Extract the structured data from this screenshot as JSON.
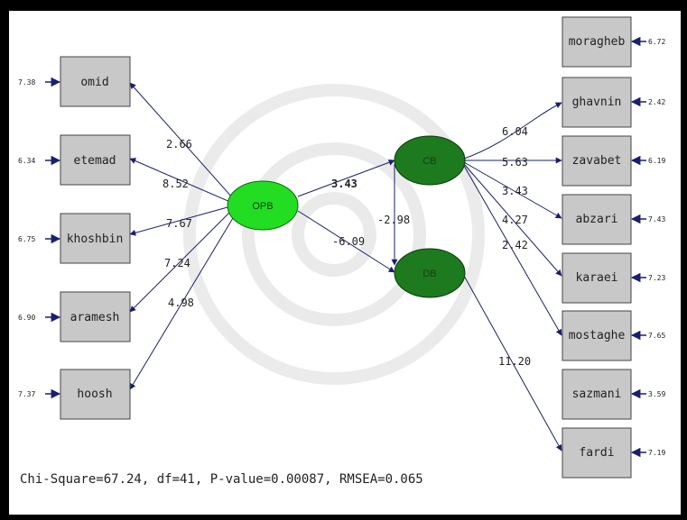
{
  "latents": {
    "opb": "OPB",
    "cb": "CB",
    "db": "DB"
  },
  "left_indicators": [
    {
      "name": "omid",
      "error": "7.38",
      "loading": "2.66"
    },
    {
      "name": "etemad",
      "error": "6.34",
      "loading": "8.52"
    },
    {
      "name": "khoshbin",
      "error": "6.75",
      "loading": "7.67"
    },
    {
      "name": "aramesh",
      "error": "6.90",
      "loading": "7.24"
    },
    {
      "name": "hoosh",
      "error": "7.37",
      "loading": "4.98"
    }
  ],
  "right_indicators": [
    {
      "name": "moragheb",
      "error": "6.72"
    },
    {
      "name": "ghavnin",
      "error": "2.42"
    },
    {
      "name": "zavabet",
      "error": "6.19"
    },
    {
      "name": "abzari",
      "error": "7.43"
    },
    {
      "name": "karaei",
      "error": "7.23"
    },
    {
      "name": "mostaghe",
      "error": "7.65"
    },
    {
      "name": "sazmani",
      "error": "3.59"
    },
    {
      "name": "fardi",
      "error": "7.19"
    }
  ],
  "cb_loadings": [
    "6.04",
    "5.63",
    "3.43",
    "4.27",
    "2.42"
  ],
  "paths": {
    "opb_cb": "3.43",
    "cb_db": "-2.98",
    "opb_db": "-6.09",
    "db_fardi": "11.20"
  },
  "fit_statistics": "Chi-Square=67.24, df=41, P-value=0.00087, RMSEA=0.065",
  "colors": {
    "opb_fill": "#22dd22",
    "cb_fill": "#1e7a1e",
    "box_fill": "#c8c8c8",
    "arrow": "#1a1f6e"
  }
}
